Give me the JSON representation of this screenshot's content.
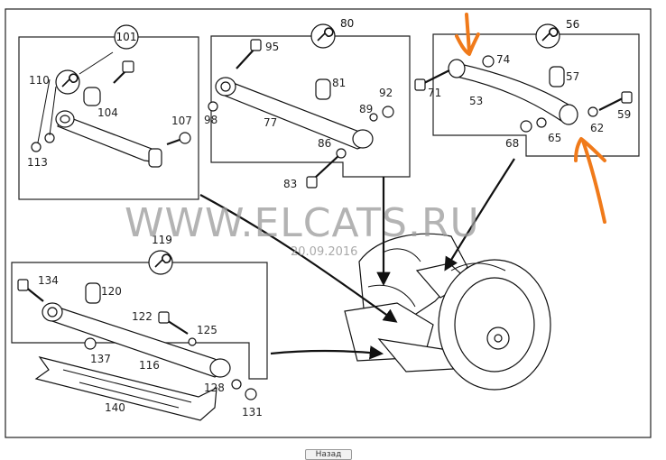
{
  "watermark": "WWW.ELCATS.RU",
  "date_stamp": "20.09.2016",
  "groups": {
    "g101": "101",
    "g80": "80",
    "g56": "56",
    "g119": "119"
  },
  "parts": {
    "p110": "110",
    "p104": "104",
    "p107": "107",
    "p113": "113",
    "p95": "95",
    "p81": "81",
    "p98": "98",
    "p77": "77",
    "p92": "92",
    "p89": "89",
    "p86": "86",
    "p83": "83",
    "p74": "74",
    "p57": "57",
    "p71": "71",
    "p53": "53",
    "p59": "59",
    "p62": "62",
    "p68": "68",
    "p65": "65",
    "p134": "134",
    "p120": "120",
    "p122": "122",
    "p125": "125",
    "p137": "137",
    "p116": "116",
    "p128": "128",
    "p140": "140",
    "p131": "131"
  },
  "icons": {
    "group_icon": "wrench-icon",
    "markers": "orange-arrow-icon"
  },
  "colors": {
    "marker": "#f07a1a",
    "watermark": "#9a9a9a",
    "line": "#111111"
  },
  "bottom_button_label": "Назад"
}
